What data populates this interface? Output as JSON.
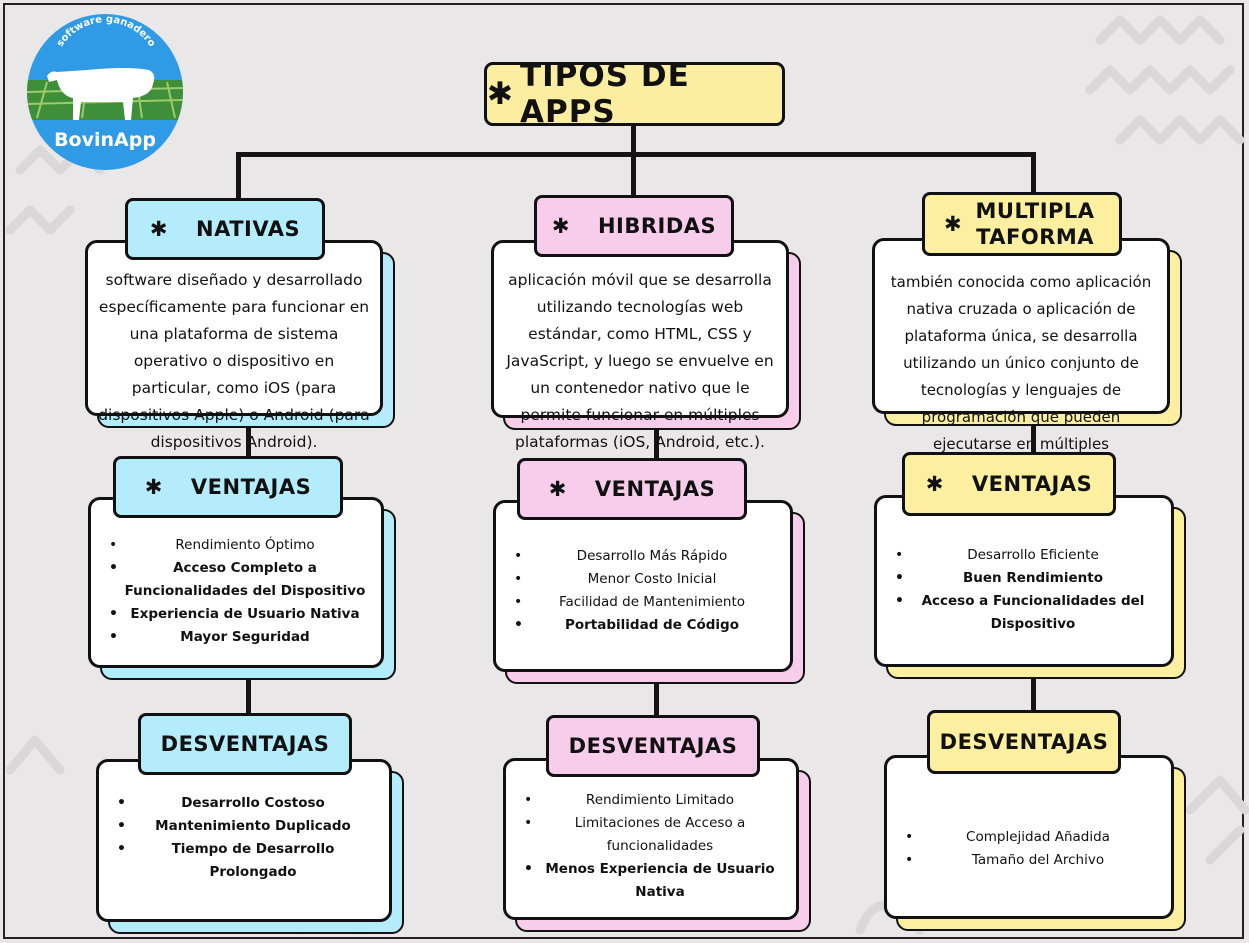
{
  "logo": {
    "tagline": "software ganadero",
    "name": "BovinApp"
  },
  "title": {
    "icon": "asterisk-icon",
    "text": "TIPOS DE APPS"
  },
  "columns": [
    {
      "color": "#b4ecfb",
      "heading": "NATIVAS",
      "description": "software diseñado y desarrollado específicamente para funcionar en una plataforma de sistema operativo o dispositivo en particular, como iOS (para dispositivos Apple) o Android (para dispositivos Android).",
      "ventajas_label": "VENTAJAS",
      "ventajas": [
        "Rendimiento Óptimo",
        "Acceso Completo a Funcionalidades del Dispositivo",
        "Experiencia de Usuario Nativa",
        "Mayor Seguridad"
      ],
      "desventajas_label": "DESVENTAJAS",
      "desventajas": [
        "Desarrollo Costoso",
        "Mantenimiento Duplicado",
        "Tiempo de Desarrollo Prolongado"
      ]
    },
    {
      "color": "#f8cdec",
      "heading": "HIBRIDAS",
      "description": "aplicación móvil que se desarrolla utilizando tecnologías web estándar, como HTML, CSS y JavaScript, y luego se envuelve en un contenedor nativo que le permite funcionar en múltiples plataformas (iOS, Android, etc.).",
      "ventajas_label": "VENTAJAS",
      "ventajas": [
        "Desarrollo Más Rápido",
        "Menor Costo Inicial",
        "Facilidad de Mantenimiento",
        "Portabilidad de Código"
      ],
      "desventajas_label": "DESVENTAJAS",
      "desventajas": [
        "Rendimiento Limitado",
        "Limitaciones de Acceso a funcionalidades",
        "Menos Experiencia de Usuario Nativa"
      ]
    },
    {
      "color": "#fcef9f",
      "heading": "MULTIPLA TAFORMA",
      "description": "también conocida como aplicación nativa cruzada o aplicación de plataforma única, se desarrolla utilizando un único conjunto de tecnologías y lenguajes de programación que pueden ejecutarse en múltiples plataformas.",
      "ventajas_label": "VENTAJAS",
      "ventajas": [
        "Desarrollo Eficiente",
        "Buen Rendimiento",
        "Acceso a Funcionalidades del Dispositivo"
      ],
      "desventajas_label": "DESVENTAJAS",
      "desventajas": [
        "Complejidad Añadida",
        "Tamaño del Archivo"
      ]
    }
  ]
}
